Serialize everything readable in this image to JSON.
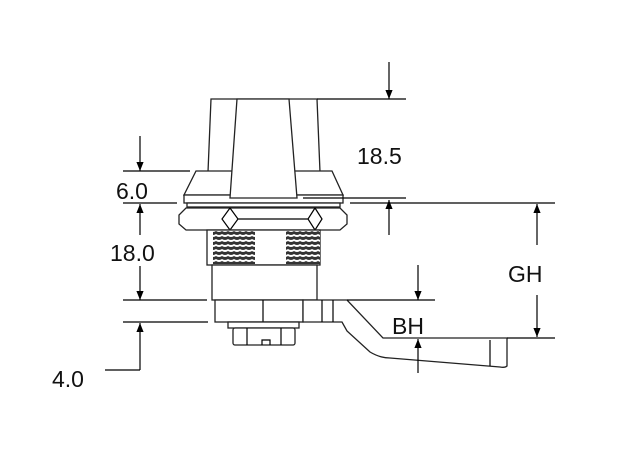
{
  "title": "Cam lock dimension drawing",
  "dimensions": {
    "knob_height": "18.5",
    "flange_thickness": "6.0",
    "body_length": "18.0",
    "cam_offset": "4.0",
    "grip_height": "GH",
    "bend_height": "BH"
  },
  "colors": {
    "line": "#000000",
    "thread": "#333333",
    "background": "#ffffff"
  }
}
